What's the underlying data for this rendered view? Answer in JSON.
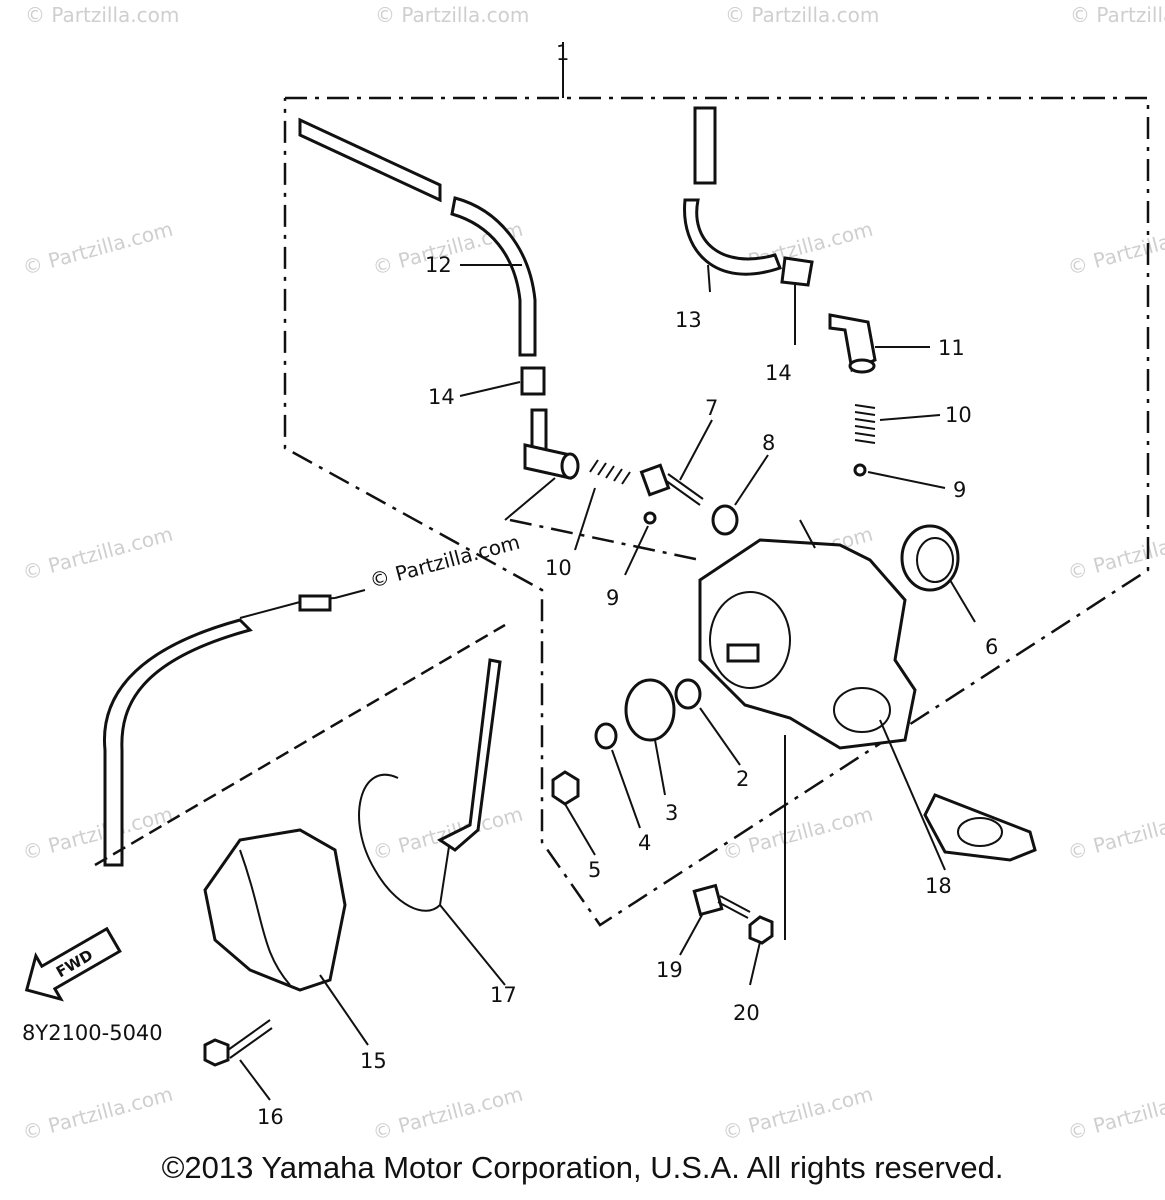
{
  "watermark_text": "© Partzilla.com",
  "center_watermark": "© Partzilla.com",
  "diagram_code": "8Y2100-5040",
  "fwd_label": "FWD",
  "copyright": "©2013 Yamaha Motor Corporation, U.S.A. All rights reserved.",
  "callouts": {
    "c1": "1",
    "c2": "2",
    "c3": "3",
    "c4": "4",
    "c5": "5",
    "c6": "6",
    "c7": "7",
    "c8": "8",
    "c9a": "9",
    "c9b": "9",
    "c10a": "10",
    "c10b": "10",
    "c11": "11",
    "c12": "12",
    "c13": "13",
    "c14a": "14",
    "c14b": "14",
    "c15": "15",
    "c16": "16",
    "c17": "17",
    "c18": "18",
    "c19": "19",
    "c20": "20"
  }
}
